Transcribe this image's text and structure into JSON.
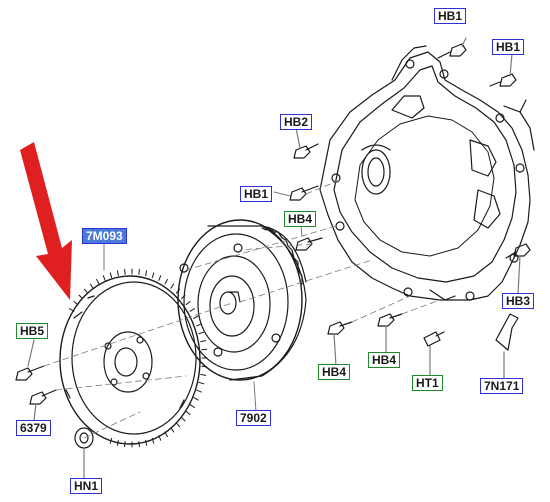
{
  "colors": {
    "line": "#1a1a1a",
    "leader": "#7a7a7a",
    "callout_blue": "#2f2fd8",
    "callout_green": "#1f8a2c",
    "callout_fill": "#4b7bd9",
    "arrow": "#e02020"
  },
  "callouts": {
    "hb1_top": "HB1",
    "hb1_right": "HB1",
    "hb2": "HB2",
    "hb1_mid": "HB1",
    "hb4_top": "HB4",
    "m7m093": "7M093",
    "hb5": "HB5",
    "n6379": "6379",
    "hn1": "HN1",
    "hb4_left": "HB4",
    "hb4_mid": "HB4",
    "ht1": "HT1",
    "n7902": "7902",
    "hb3": "HB3",
    "n7n171": "7N171"
  }
}
